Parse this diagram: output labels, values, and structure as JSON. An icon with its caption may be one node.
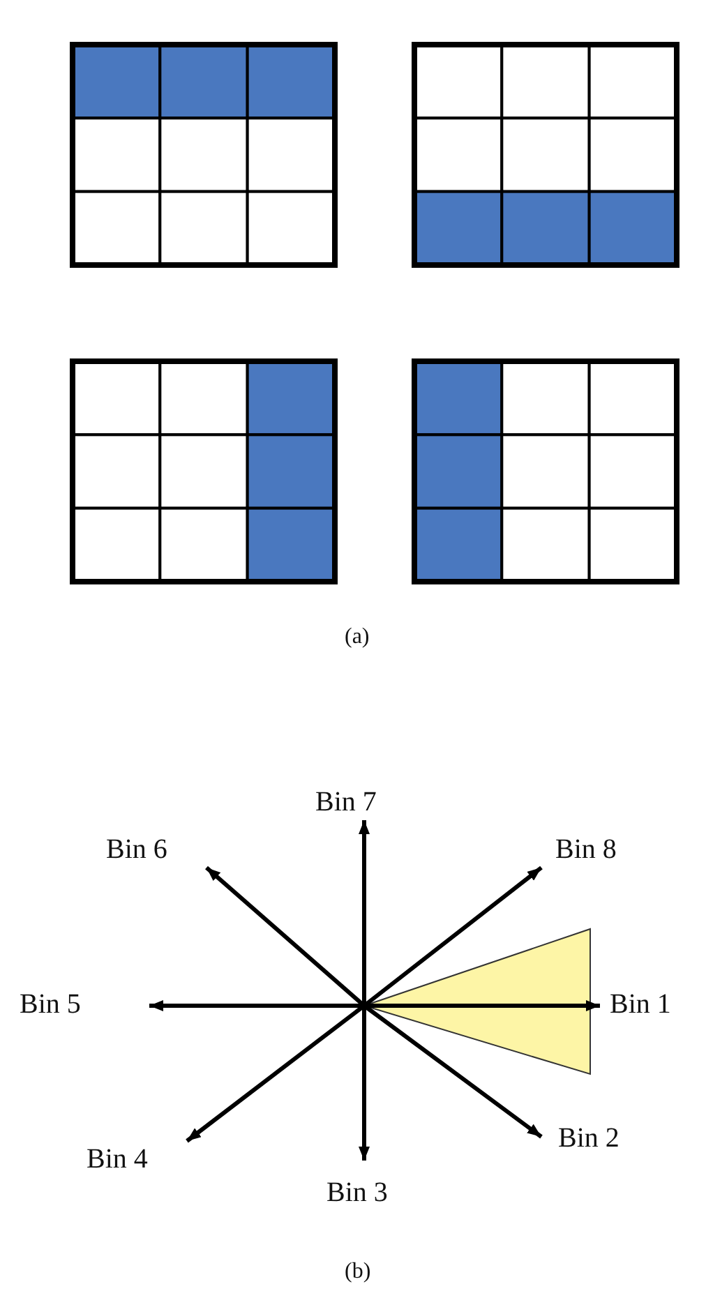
{
  "diagram": {
    "labels": [
      "(a)",
      "Bin 7",
      "Bin 6",
      "Bin 8",
      "Bin 5",
      "Bin 1",
      "Bin 2",
      "Bin 4",
      "Bin 3",
      "(b)"
    ]
  }
}
